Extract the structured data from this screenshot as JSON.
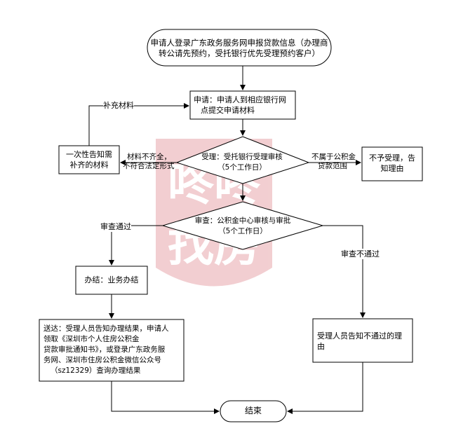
{
  "diagram": {
    "start_text": [
      "申请人登录广东政务服务网申报贷款信息（办理商",
      "转公请先预约，受托银行优先受理预约客户）"
    ],
    "apply_text": [
      "申请：申请人到相应银行网",
      "点提交申请材料"
    ],
    "supplement_box_text": [
      "一次性告知需",
      "补齐的材料"
    ],
    "accept_diamond_text": [
      "受理：受托银行受理审核",
      "（5个工作日）"
    ],
    "reject_box_text": [
      "不予受理，告",
      "知理由"
    ],
    "review_diamond_text": [
      "审查：公积金中心审核与审批",
      "（5个工作日）"
    ],
    "handle_box_text": "办结：业务办结",
    "deliver_box_text": [
      "送达：受理人员告知办理结果，申请人",
      "领取《深圳市个人住房公积金",
      "贷款审批通知书》，或登录广东政务服",
      "务网、深圳市住房公积金微信公众号",
      "（sz12329）查询办理结果"
    ],
    "fail_box_text": [
      "受理人员告知不通过的理",
      "由"
    ],
    "end_text": "结束",
    "edge_supplement": "补充材料",
    "edge_incomplete": [
      "材料不齐全，",
      "不符合法定形式"
    ],
    "edge_not_scope": [
      "不属于公积金",
      "贷款范围"
    ],
    "edge_pass": "审查通过",
    "edge_fail": "审查不通过"
  },
  "watermark": {
    "line1": "咚咚",
    "line2": "找房",
    "color": "#e8a7ac"
  }
}
